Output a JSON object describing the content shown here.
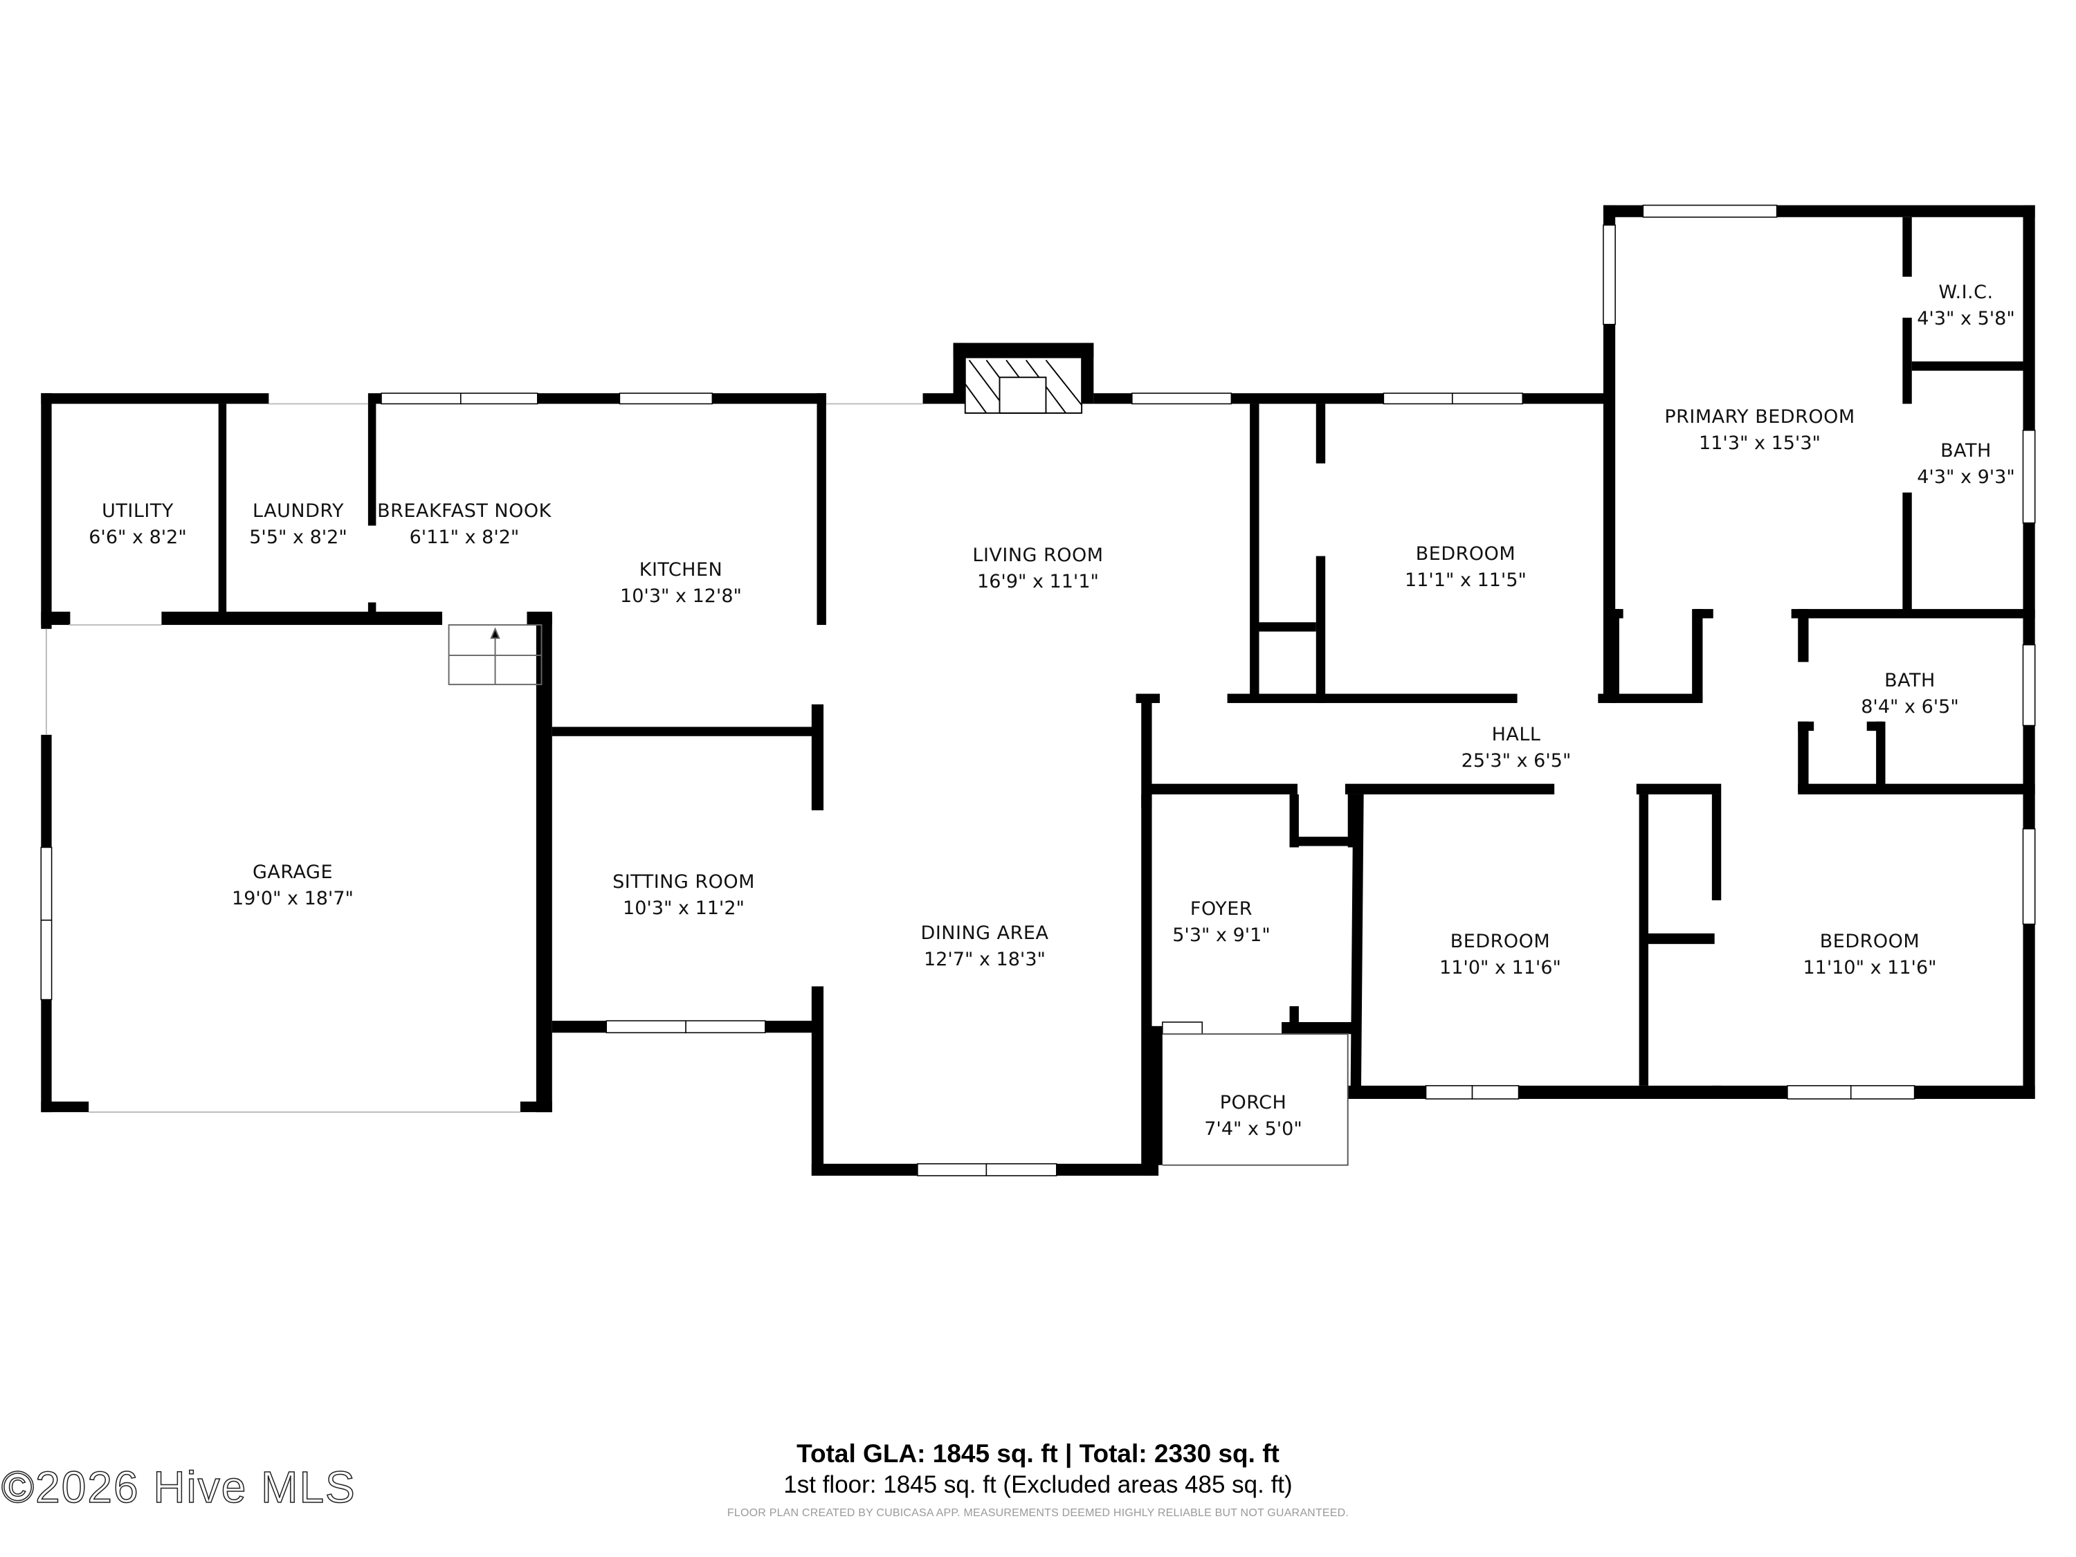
{
  "plan": {
    "wall_color": "#000000",
    "background": "#ffffff",
    "rooms": [
      {
        "id": "utility",
        "name": "UTILITY",
        "dims": "6'6\" x 8'2\""
      },
      {
        "id": "laundry",
        "name": "LAUNDRY",
        "dims": "5'5\" x 8'2\""
      },
      {
        "id": "breakfast-nook",
        "name": "BREAKFAST NOOK",
        "dims": "6'11\" x 8'2\""
      },
      {
        "id": "kitchen",
        "name": "KITCHEN",
        "dims": "10'3\" x 12'8\""
      },
      {
        "id": "living-room",
        "name": "LIVING ROOM",
        "dims": "16'9\" x 11'1\""
      },
      {
        "id": "bedroom-2",
        "name": "BEDROOM",
        "dims": "11'1\" x 11'5\""
      },
      {
        "id": "primary-bedroom",
        "name": "PRIMARY BEDROOM",
        "dims": "11'3\" x 15'3\""
      },
      {
        "id": "wic",
        "name": "W.I.C.",
        "dims": "4'3\" x 5'8\""
      },
      {
        "id": "primary-bath",
        "name": "BATH",
        "dims": "4'3\" x 9'3\""
      },
      {
        "id": "hall-bath",
        "name": "BATH",
        "dims": "8'4\" x 6'5\""
      },
      {
        "id": "hall",
        "name": "HALL",
        "dims": "25'3\" x 6'5\""
      },
      {
        "id": "garage",
        "name": "GARAGE",
        "dims": "19'0\" x 18'7\""
      },
      {
        "id": "sitting-room",
        "name": "SITTING ROOM",
        "dims": "10'3\" x 11'2\""
      },
      {
        "id": "dining-area",
        "name": "DINING AREA",
        "dims": "12'7\" x 18'3\""
      },
      {
        "id": "foyer",
        "name": "FOYER",
        "dims": "5'3\" x 9'1\""
      },
      {
        "id": "bedroom-3",
        "name": "BEDROOM",
        "dims": "11'0\" x 11'6\""
      },
      {
        "id": "bedroom-4",
        "name": "BEDROOM",
        "dims": "11'10\" x 11'6\""
      },
      {
        "id": "porch",
        "name": "PORCH",
        "dims": "7'4\" x 5'0\""
      }
    ]
  },
  "footer": {
    "totals": "Total GLA: 1845 sq. ft | Total: 2330 sq. ft",
    "floor": "1st floor: 1845 sq. ft (Excluded areas 485 sq. ft)",
    "disclaimer": "FLOOR PLAN CREATED BY CUBICASA APP. MEASUREMENTS DEEMED HIGHLY RELIABLE BUT NOT GUARANTEED."
  },
  "watermark": "©2026 Hive MLS"
}
